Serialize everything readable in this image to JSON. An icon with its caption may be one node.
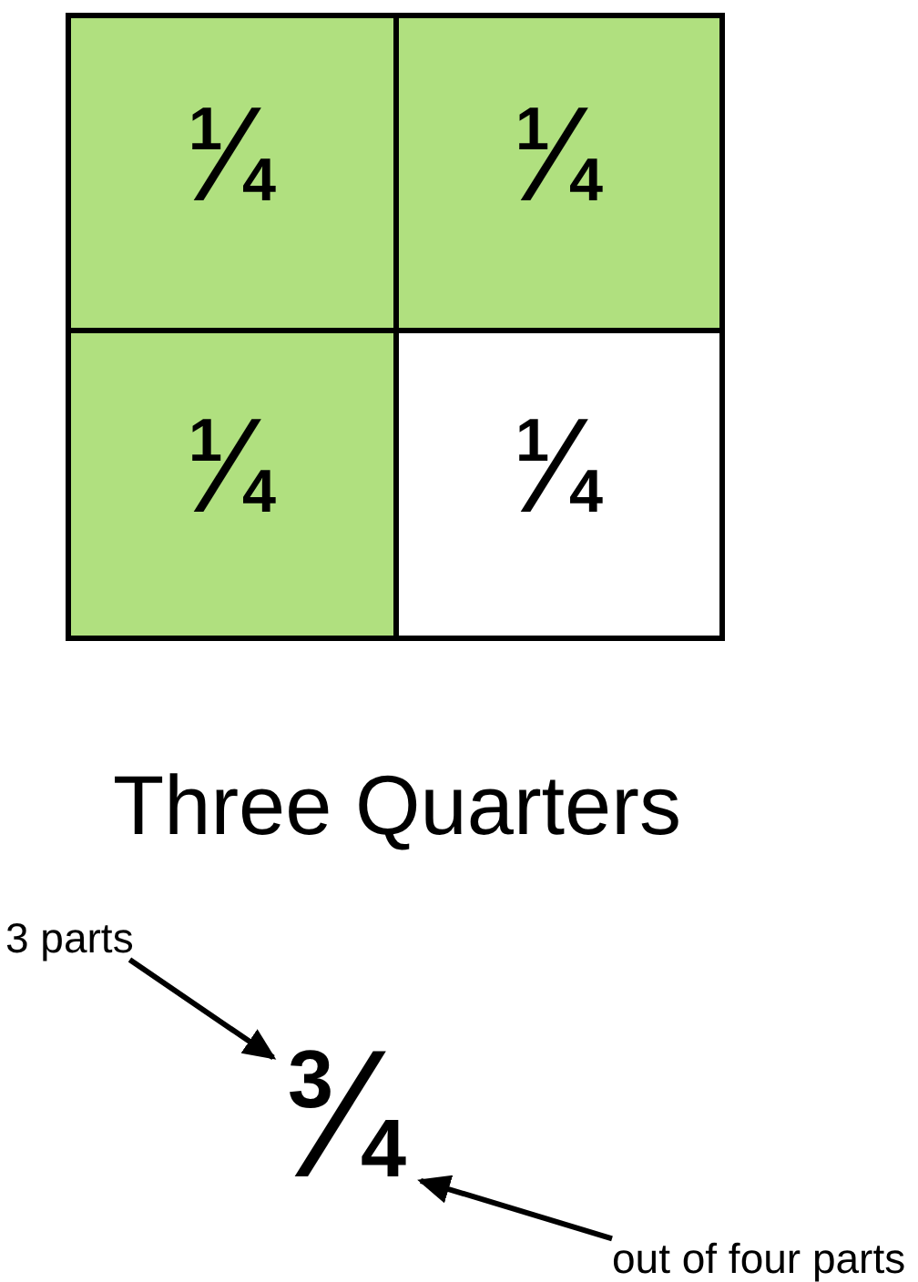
{
  "diagram": {
    "caption": "Three Quarters",
    "nodes": [
      {
        "text": [],
        "shape": "box"
      },
      {
        "text": [
          "$^{1}$⁄$_{4}$"
        ],
        "in": 0
      },
      {
        "text": [
          "$^{1}$⁄$_{4}$"
        ],
        "in": 0
      },
      {
        "text": [
          "$^{1}$⁄$_{4}$"
        ],
        "in": 0
      },
      {
        "text": [
          "$^{1}$⁄$_{4}$"
        ],
        "in": 0
      },
      {
        "text": [
          "3 parts"
        ]
      },
      {
        "text": [
          "$^{3}$⁄$_{4}$"
        ]
      },
      {
        "text": [
          "out of four parts"
        ]
      }
    ],
    "edges": [
      {
        "from": 5,
        "to": 6,
        "arrow": "to"
      },
      {
        "from": 7,
        "to": 6,
        "arrow": "to"
      }
    ]
  }
}
